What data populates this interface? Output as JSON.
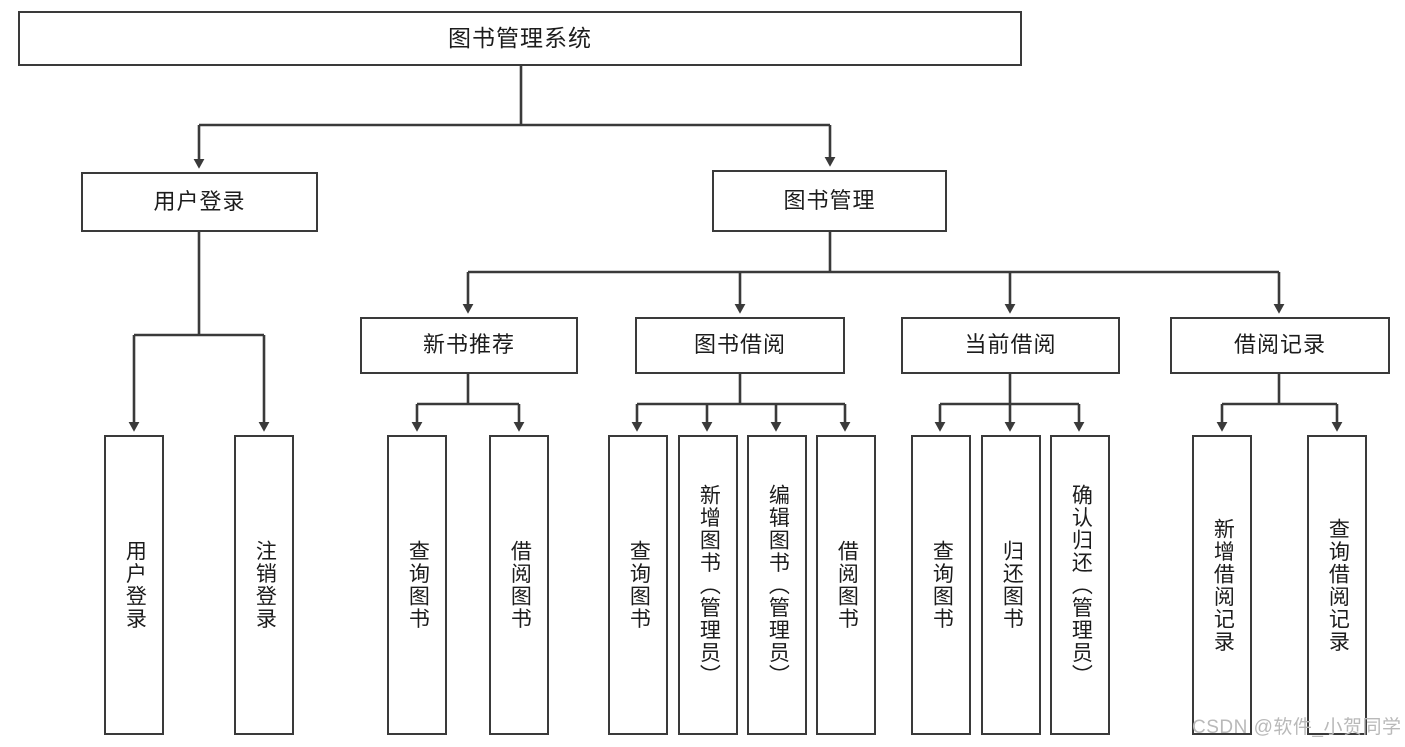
{
  "diagram": {
    "title": "图书管理系统",
    "watermark": "CSDN @软件_小贺同学",
    "line_color": "#3a3a3a",
    "box_fill": "#ffffff",
    "text_color": "#1c1c1c",
    "watermark_color": "#b9b9b9"
  },
  "root": {
    "label": "图书管理系统"
  },
  "level1": [
    {
      "label": "用户登录"
    },
    {
      "label": "图书管理"
    }
  ],
  "level2": [
    {
      "label": "新书推荐"
    },
    {
      "label": "图书借阅"
    },
    {
      "label": "当前借阅"
    },
    {
      "label": "借阅记录"
    }
  ],
  "leaves": {
    "user_login": [
      {
        "label": "用户登录"
      },
      {
        "label": "注销登录"
      }
    ],
    "new_book_recommend": [
      {
        "label": "查询图书"
      },
      {
        "label": "借阅图书"
      }
    ],
    "book_borrow": [
      {
        "label": "查询图书"
      },
      {
        "label": "新增图书（管理员）"
      },
      {
        "label": "编辑图书（管理员）"
      },
      {
        "label": "借阅图书"
      }
    ],
    "current_borrow": [
      {
        "label": "查询图书"
      },
      {
        "label": "归还图书"
      },
      {
        "label": "确认归还（管理员）"
      }
    ],
    "borrow_record": [
      {
        "label": "新增借阅记录"
      },
      {
        "label": "查询借阅记录"
      }
    ]
  }
}
